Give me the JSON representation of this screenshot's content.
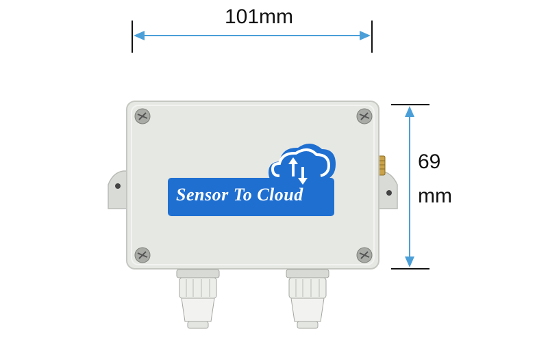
{
  "dimensions": {
    "width_label": "101mm",
    "height_value": "69",
    "height_unit": "mm"
  },
  "device": {
    "label_text": "Sensor To Cloud",
    "label_color": "#1f6fd1",
    "body_color": "#e6e8e4",
    "icons": [
      "cloud-sync-icon",
      "screw-icon",
      "antenna-connector-icon",
      "cable-gland-icon"
    ]
  },
  "colors": {
    "dimension_line": "#4a9fd8"
  }
}
